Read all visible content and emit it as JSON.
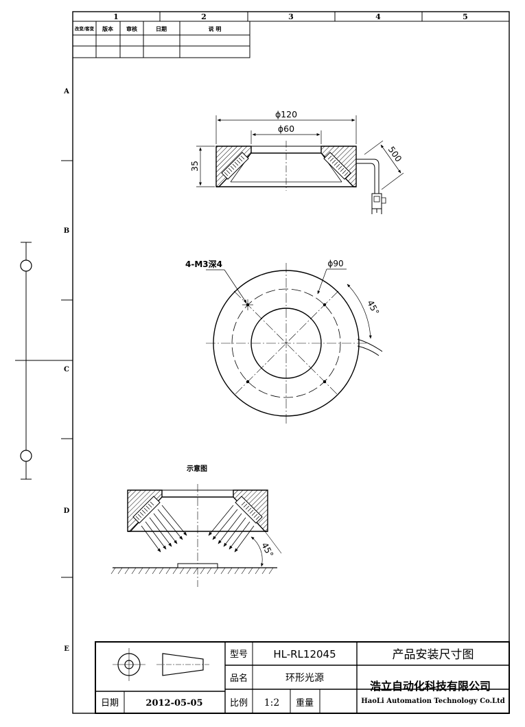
{
  "frame": {
    "columns": [
      "1",
      "2",
      "3",
      "4",
      "5"
    ],
    "rows": [
      "A",
      "B",
      "C",
      "D",
      "E"
    ]
  },
  "revision_table": {
    "headers": [
      "改变/客变",
      "版本",
      "审核",
      "日期",
      "说 明"
    ]
  },
  "side_view": {
    "outer_diameter": "ϕ120",
    "inner_diameter": "ϕ60",
    "height": "35",
    "cable_length": "500"
  },
  "top_view": {
    "hole_note": "4-M3深4",
    "bolt_circle": "ϕ90",
    "angle": "45°"
  },
  "schematic": {
    "title": "示意图",
    "angle": "45°"
  },
  "title_block": {
    "model_label": "型号",
    "model_value": "HL-RL12045",
    "name_label": "品名",
    "name_value": "环形光源",
    "date_label": "日期",
    "date_value": "2012-05-05",
    "scale_label": "比例",
    "scale_value": "1:2",
    "weight_label": "重量",
    "drawing_title": "产品安装尺寸图",
    "company_cn": "浩立自动化科技有限公司",
    "company_en": "HaoLi Automation Technology Co.Ltd"
  }
}
